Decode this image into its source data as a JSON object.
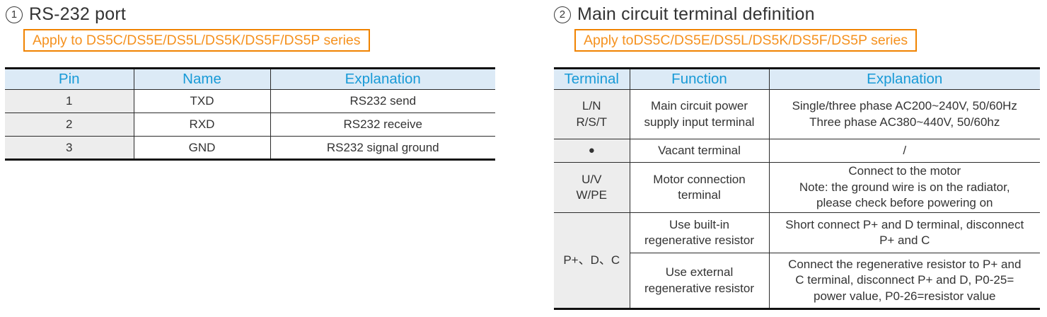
{
  "sections": {
    "s1": {
      "number": "1",
      "title": "RS-232 port",
      "apply": "Apply to DS5C/DS5E/DS5L/DS5K/DS5F/DS5P series",
      "headers": [
        "Pin",
        "Name",
        "Explanation"
      ],
      "rows": [
        {
          "pin": "1",
          "name": "TXD",
          "explanation": "RS232 send"
        },
        {
          "pin": "2",
          "name": "RXD",
          "explanation": "RS232 receive"
        },
        {
          "pin": "3",
          "name": "GND",
          "explanation": "RS232 signal ground"
        }
      ]
    },
    "s2": {
      "number": "2",
      "title": "Main circuit terminal definition",
      "apply": "Apply toDS5C/DS5E/DS5L/DS5K/DS5F/DS5P series",
      "headers": [
        "Terminal",
        "Function",
        "Explanation"
      ],
      "rows": [
        {
          "terminal": [
            "L/N",
            "R/S/T"
          ],
          "function": [
            "Main circuit power",
            "supply input terminal"
          ],
          "explanation": [
            "Single/three phase AC200~240V, 50/60Hz",
            "Three phase AC380~440V, 50/60hz"
          ]
        },
        {
          "terminal": [
            "●"
          ],
          "function": [
            "Vacant terminal"
          ],
          "explanation": [
            "/"
          ]
        },
        {
          "terminal": [
            "U/V",
            "W/PE"
          ],
          "function": [
            "Motor connection",
            "terminal"
          ],
          "explanation": [
            "Connect to the motor",
            "Note: the ground wire is on the radiator,",
            "please check before powering on"
          ]
        },
        {
          "terminal": [
            "P+、D、C"
          ],
          "sub": [
            {
              "function": [
                "Use built-in",
                "regenerative resistor"
              ],
              "explanation": [
                "Short connect P+ and D terminal, disconnect",
                "P+ and C"
              ]
            },
            {
              "function": [
                "Use external",
                "regenerative resistor"
              ],
              "explanation": [
                "Connect the regenerative resistor to P+ and",
                "C terminal, disconnect P+ and D, P0-25=",
                "power value, P0-26=resistor value"
              ]
            }
          ]
        }
      ]
    }
  },
  "colors": {
    "accent_blue": "#189ad7",
    "header_bg": "#dceaf6",
    "first_col_bg": "#ededed",
    "orange": "#f08300",
    "border_dark": "#111111"
  }
}
